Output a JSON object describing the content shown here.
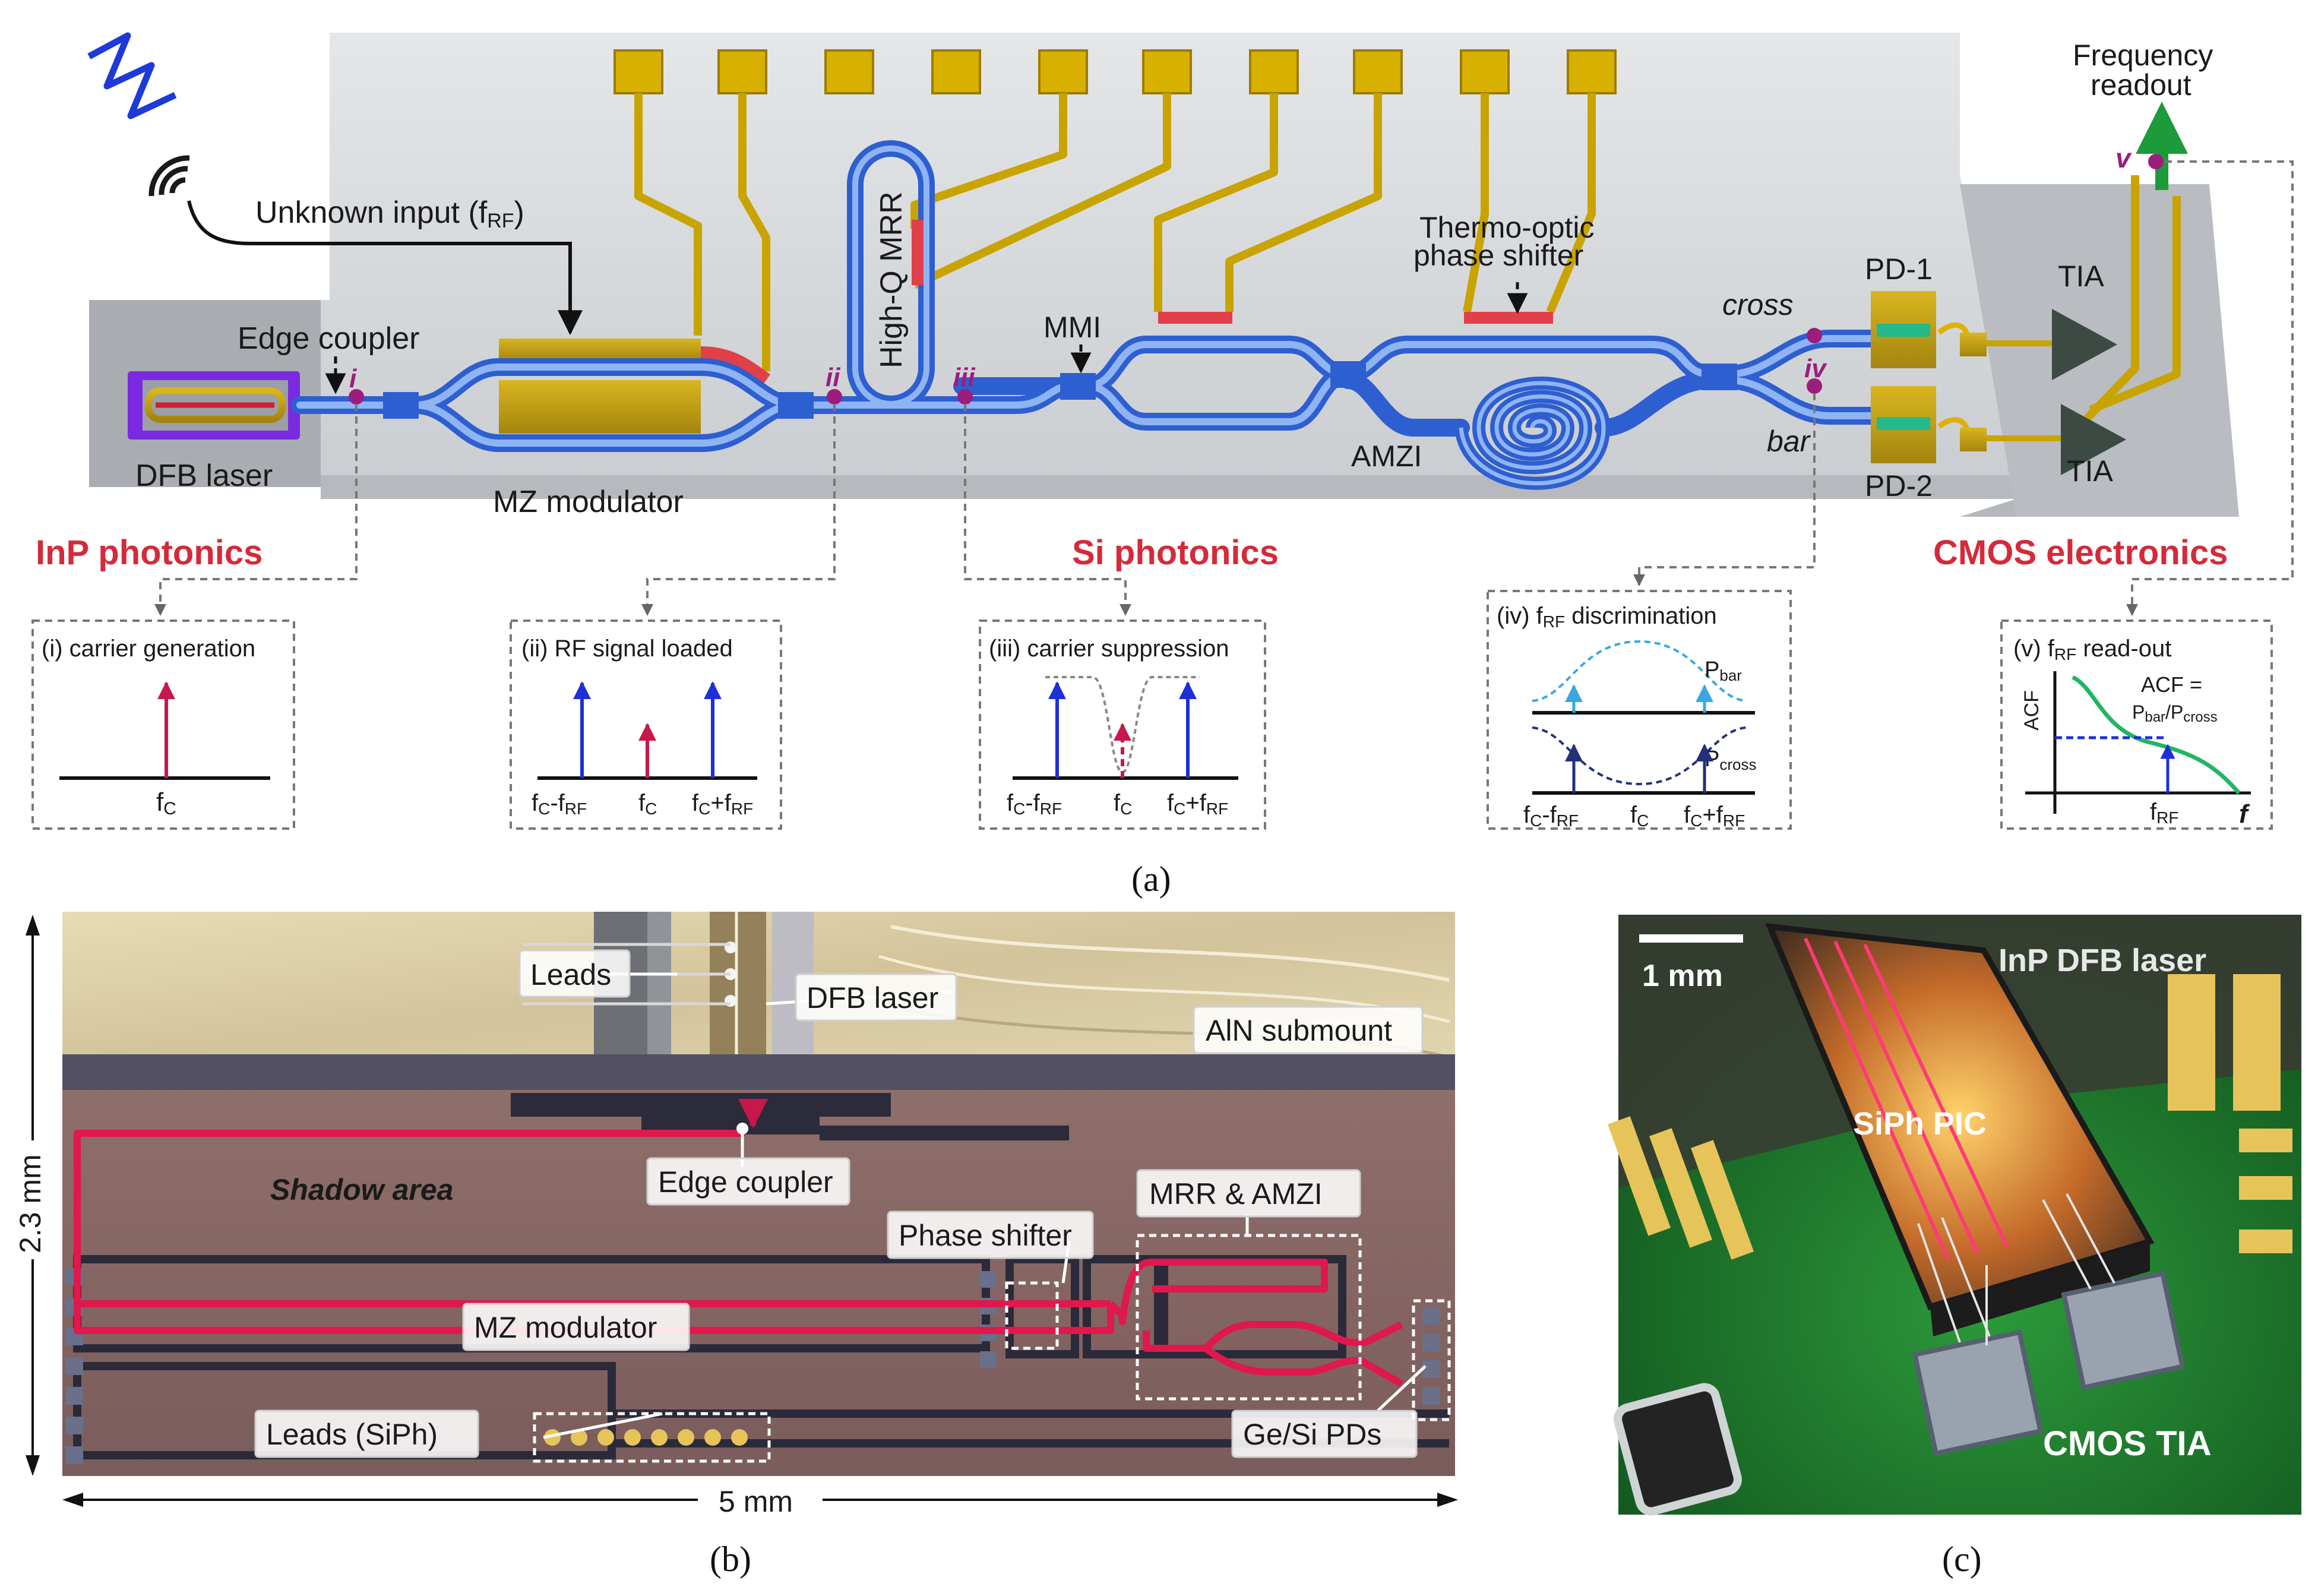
{
  "panel_a": {
    "caption": "(a)",
    "section_labels": {
      "inp": "InP photonics",
      "si": "Si photonics",
      "cmos": "CMOS electronics"
    },
    "components": {
      "input": "Unknown input (f",
      "input_sub": "RF",
      "input_close": ")",
      "edge_coupler": "Edge coupler",
      "dfb_laser": "DFB laser",
      "mz_modulator": "MZ modulator",
      "high_q_mrr": "High-Q MRR",
      "mmi": "MMI",
      "thermo_optic_line1": "Thermo-optic",
      "thermo_optic_line2": "phase shifter",
      "amzi": "AMZI",
      "cross": "cross",
      "bar": "bar",
      "pd1": "PD-1",
      "pd2": "PD-2",
      "tia1": "TIA",
      "tia2": "TIA",
      "freq_line1": "Frequency",
      "freq_line2": "readout",
      "v": "v"
    },
    "points": [
      "i",
      "ii",
      "iii",
      "iv"
    ],
    "insets": {
      "i": {
        "title": "(i) carrier generation",
        "fc": "f",
        "fc_sub": "C"
      },
      "ii": {
        "title": "(ii) RF signal loaded",
        "minus": "f",
        "minus_sub1": "C",
        "minus_mid": "-f",
        "minus_sub2": "RF",
        "center": "f",
        "center_sub": "C",
        "plus": "f",
        "plus_sub1": "C",
        "plus_mid": "+f",
        "plus_sub2": "RF"
      },
      "iii": {
        "title": "(iii) carrier suppression",
        "minus": "f",
        "minus_sub1": "C",
        "minus_mid": "-f",
        "minus_sub2": "RF",
        "center": "f",
        "center_sub": "C",
        "plus": "f",
        "plus_sub1": "C",
        "plus_mid": "+f",
        "plus_sub2": "RF"
      },
      "iv": {
        "title_pre": "(iv) f",
        "title_sub": "RF",
        "title_post": " discrimination",
        "pbar": "P",
        "pbar_sub": "bar",
        "pcross": "P",
        "pcross_sub": "cross",
        "minus": "f",
        "minus_sub1": "C",
        "minus_mid": "-f",
        "minus_sub2": "RF",
        "center": "f",
        "center_sub": "C",
        "plus": "f",
        "plus_sub1": "C",
        "plus_mid": "+f",
        "plus_sub2": "RF"
      },
      "v": {
        "title_pre": "(v) f",
        "title_sub": "RF",
        "title_post": " read-out",
        "yaxis": "ACF",
        "eq1": "ACF =",
        "eq2a": "P",
        "eq2a_sub": "bar",
        "eq2b": "/P",
        "eq2b_sub": "cross",
        "frf": "f",
        "frf_sub": "RF",
        "xaxis": "f"
      }
    }
  },
  "panel_b": {
    "caption": "(b)",
    "labels": {
      "leads": "Leads",
      "dfb": "DFB laser",
      "aln": "AlN submount",
      "shadow": "Shadow area",
      "edge": "Edge coupler",
      "mrr_amzi": "MRR & AMZI",
      "phase": "Phase shifter",
      "mzm": "MZ modulator",
      "leads_siph": "Leads (SiPh)",
      "pds": "Ge/Si PDs"
    },
    "dim_vertical": "2.3 mm",
    "dim_horizontal": "5 mm"
  },
  "panel_c": {
    "caption": "(c)",
    "scale": "1 mm",
    "labels": {
      "inp_dfb": "InP DFB laser",
      "siph": "SiPh PIC",
      "cmos_tia": "CMOS TIA"
    }
  },
  "colors": {
    "label_red": "#d42a3a",
    "waveguide": "#2e5fd0",
    "electrode": "#c9a400",
    "pcb_green": "#1f7a2a"
  }
}
